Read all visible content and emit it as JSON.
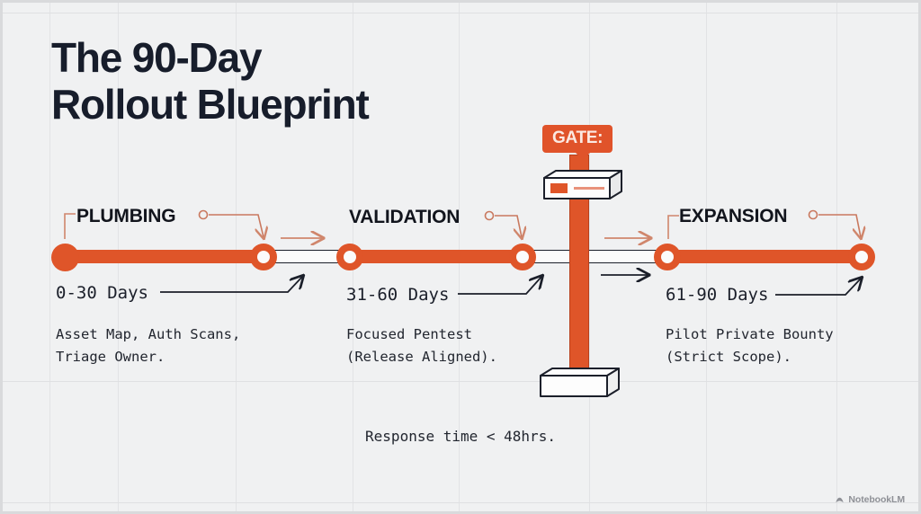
{
  "title": "The 90-Day\nRollout Blueprint",
  "colors": {
    "accent": "#df5529",
    "accent_badge": "#e0532a",
    "accent_light": "#e8917a",
    "ink": "#171d2b",
    "background": "#f0f1f2",
    "grid": "#e2e3e5"
  },
  "phases": [
    {
      "label": "PLUMBING",
      "days": "0-30 Days",
      "description": "Asset Map, Auth Scans,\nTriage Owner."
    },
    {
      "label": "VALIDATION",
      "days": "31-60 Days",
      "description": "Focused Pentest\n(Release Aligned)."
    },
    {
      "label": "EXPANSION",
      "days": "61-90 Days",
      "description": "Pilot Private Bounty\n(Strict Scope)."
    }
  ],
  "gate": {
    "badge_label": "GATE:",
    "caption": "Response time < 48hrs."
  },
  "watermark": {
    "label": "NotebookLM"
  }
}
